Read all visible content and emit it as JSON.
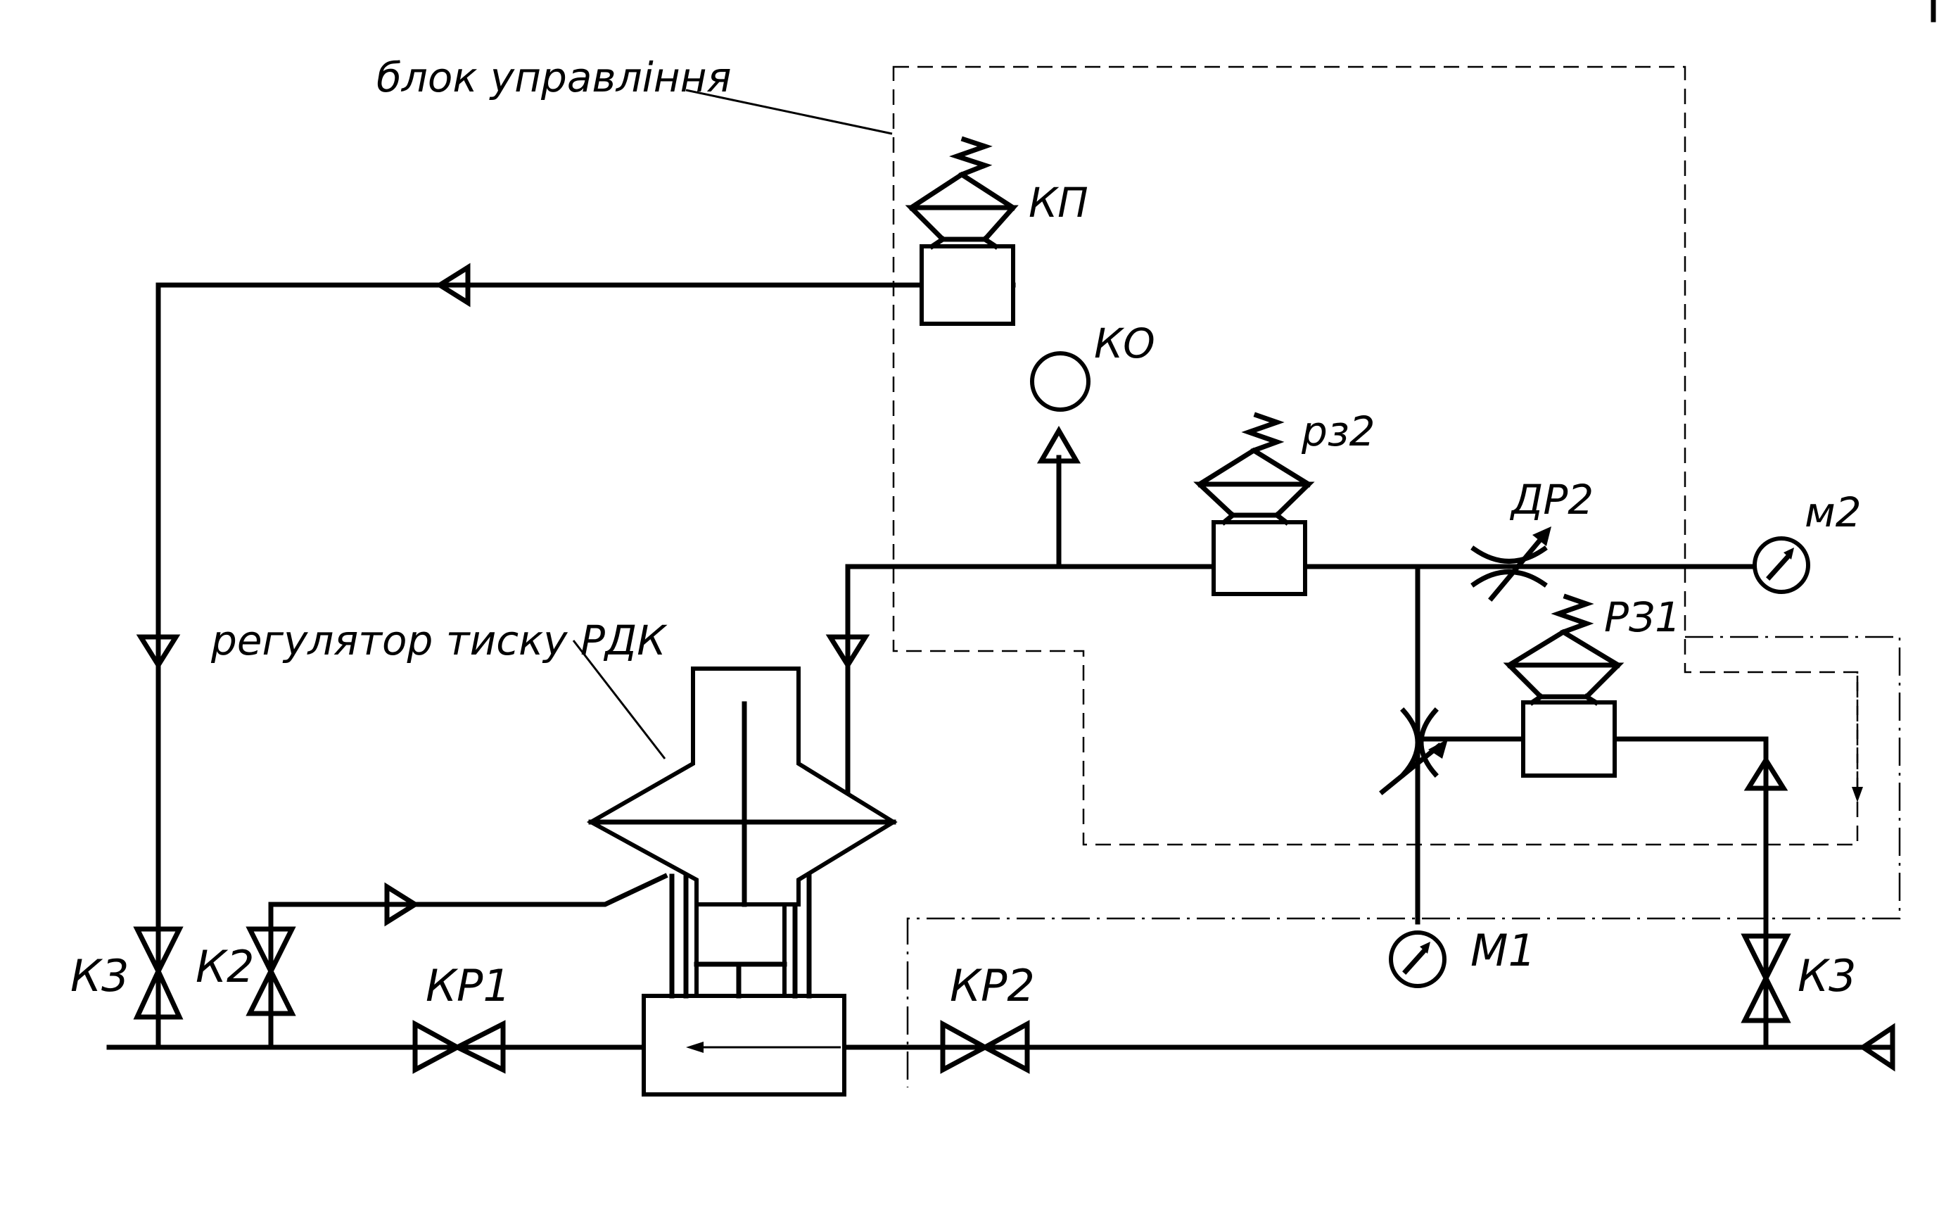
{
  "labels": {
    "control_block": "блок управління",
    "pressure_regulator": "регулятор тиску РДК",
    "kp": "КП",
    "ko": "КО",
    "rz2": "рз2",
    "dr2": "ДР2",
    "m2": "м2",
    "rz1": "РЗ1",
    "m1": "М1",
    "k3_left": "К3",
    "k2": "К2",
    "kr1": "КР1",
    "kr2": "КР2",
    "k3_right": "К3"
  },
  "colors": {
    "stroke": "#000000",
    "background": "#ffffff"
  }
}
